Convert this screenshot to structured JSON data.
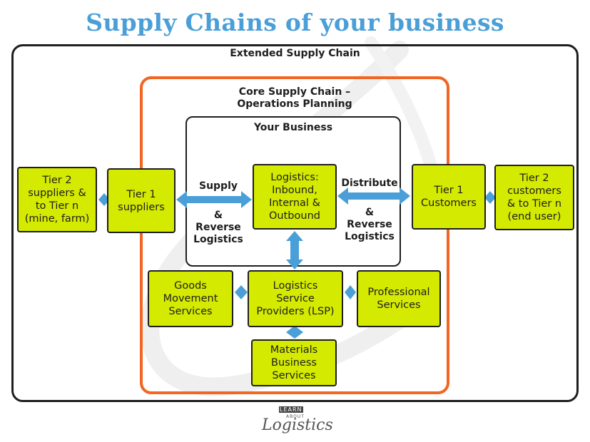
{
  "title": "Supply Chains of your business",
  "frames": {
    "extended": "Extended Supply Chain",
    "core": "Core Supply Chain –\nOperations Planning",
    "your_business": "Your Business"
  },
  "boxes": {
    "tier2_suppliers": "Tier 2\nsuppliers &\nto Tier n\n(mine, farm)",
    "tier1_suppliers": "Tier 1\nsuppliers",
    "logistics": "Logistics:\nInbound,\nInternal &\nOutbound",
    "tier1_customers": "Tier 1\nCustomers",
    "tier2_customers": "Tier 2\ncustomers\n& to Tier n\n(end user)",
    "goods_movement": "Goods\nMovement\nServices",
    "lsp": "Logistics\nService\nProviders (LSP)",
    "professional": "Professional\nServices",
    "materials": "Materials\nBusiness\nServices"
  },
  "arrow_labels": {
    "supply": "Supply",
    "supply_sub": "&\nReverse\nLogistics",
    "distribute": "Distribute",
    "distribute_sub": "&\nReverse\nLogistics"
  },
  "logo": {
    "top": "LEARN",
    "mid": "ABOUT",
    "main": "Logistics"
  },
  "colors": {
    "title": "#4a9fd8",
    "box_fill": "#d4ea00",
    "core_border": "#f26522",
    "arrow": "#4a9fd8"
  }
}
